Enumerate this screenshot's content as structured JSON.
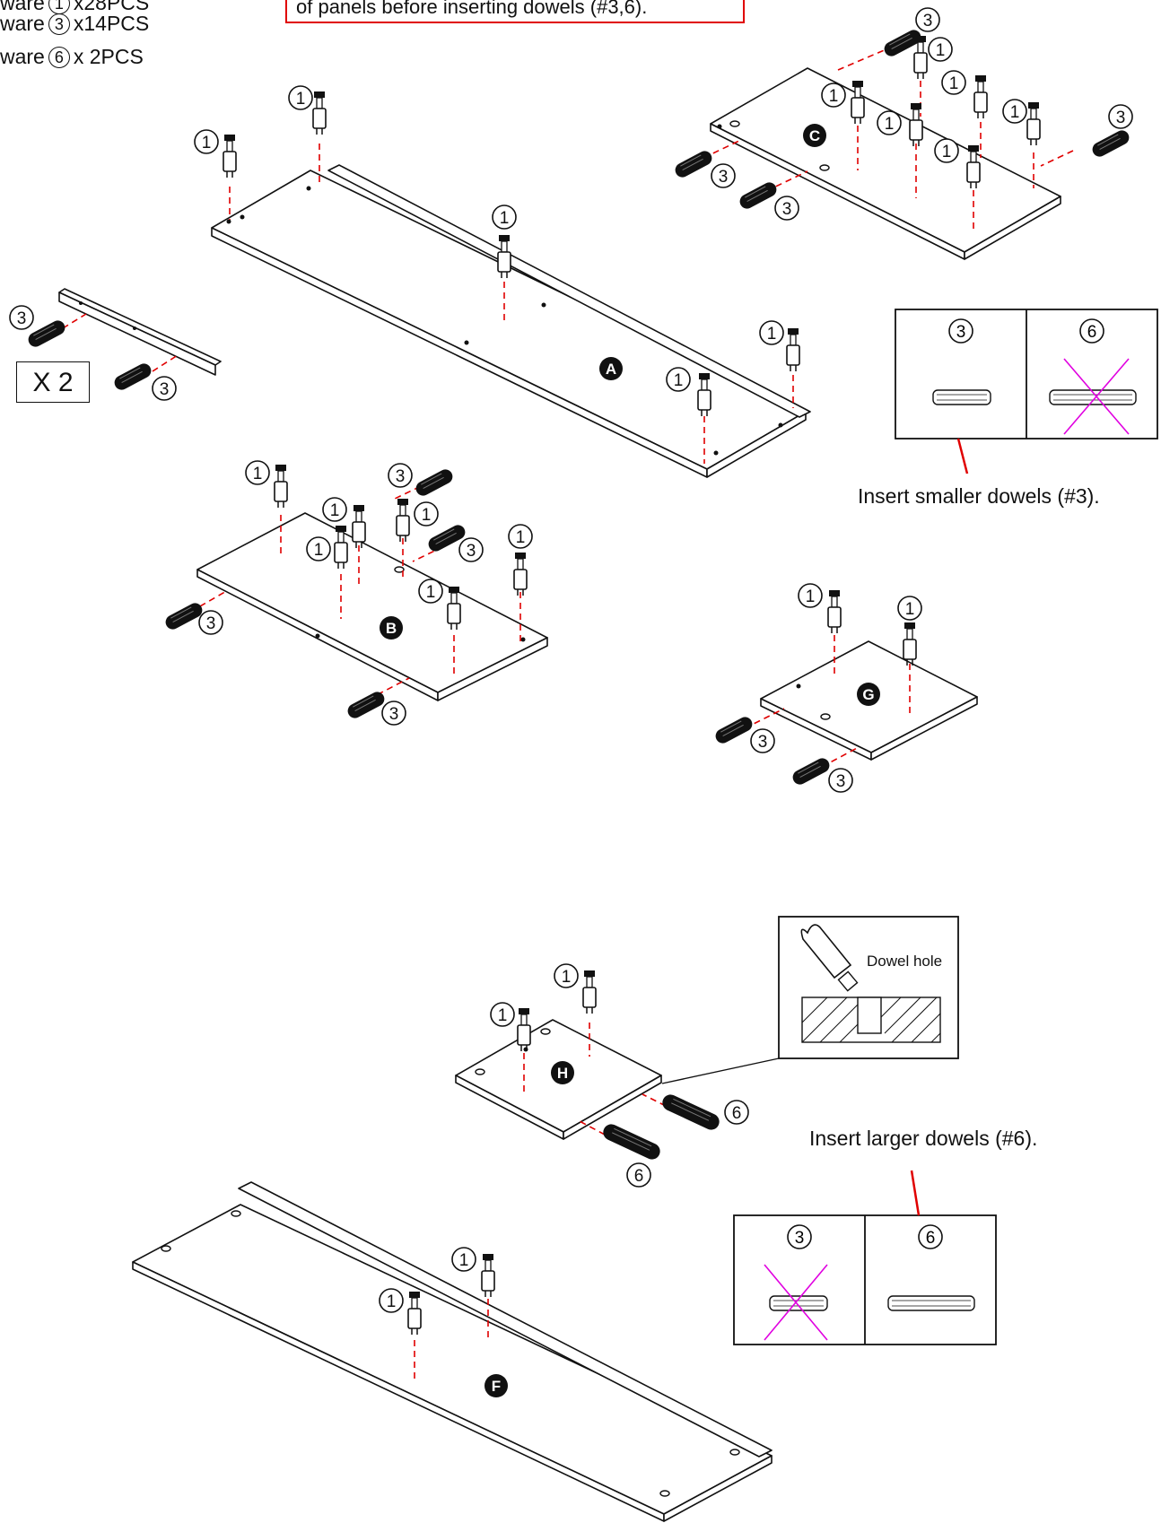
{
  "header": {
    "hardware_lines": [
      {
        "prefix": "ware",
        "num": "1",
        "suffix": "x28PCS"
      },
      {
        "prefix": "ware",
        "num": "3",
        "suffix": "x14PCS"
      },
      {
        "prefix": "ware",
        "num": "6",
        "suffix": "x 2PCS"
      }
    ],
    "note_text": "of panels before inserting dowels (#3,6)."
  },
  "panels": {
    "a": "A",
    "b": "B",
    "c": "C",
    "g": "G",
    "h": "H",
    "f": "F"
  },
  "rail_multiplier": "X 2",
  "callouts": {
    "one": "1",
    "three": "3",
    "six": "6"
  },
  "small_dowel_box": {
    "left_num": "3",
    "right_num": "6",
    "caption": "Insert smaller dowels (#3)."
  },
  "large_dowel_box": {
    "left_num": "3",
    "right_num": "6",
    "caption": "Insert larger dowels (#6)."
  },
  "detail": {
    "label": "Dowel hole"
  },
  "colors": {
    "line": "#111111",
    "guide": "#e00000",
    "cross": "#e000e0",
    "note_border": "#e00000"
  }
}
